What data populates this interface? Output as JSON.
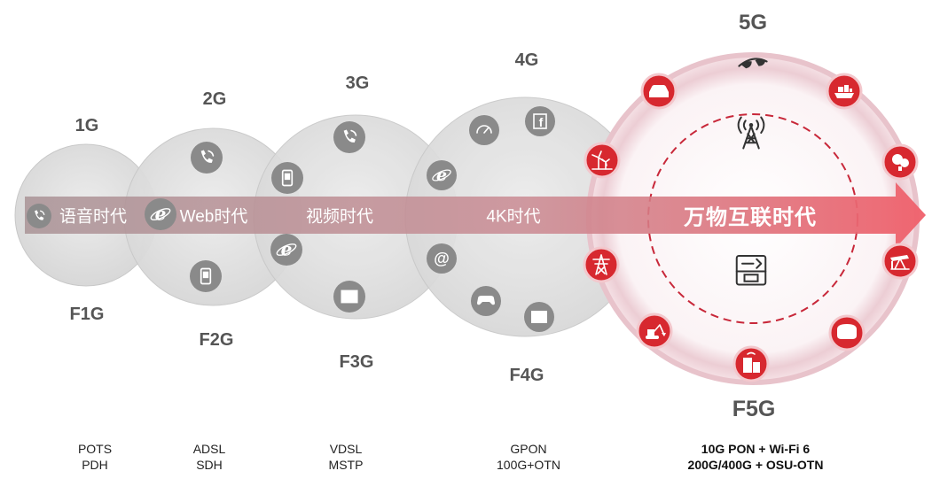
{
  "generations": [
    {
      "mobile": "1G",
      "fixed": "F1G",
      "era": "语音时代",
      "tech": [
        "POTS",
        "PDH"
      ]
    },
    {
      "mobile": "2G",
      "fixed": "F2G",
      "era": "Web时代",
      "tech": [
        "ADSL",
        "SDH"
      ]
    },
    {
      "mobile": "3G",
      "fixed": "F3G",
      "era": "视频时代",
      "tech": [
        "VDSL",
        "MSTP"
      ]
    },
    {
      "mobile": "4G",
      "fixed": "F4G",
      "era": "4K时代",
      "tech": [
        "GPON",
        "100G+OTN"
      ]
    },
    {
      "mobile": "5G",
      "fixed": "F5G",
      "era": "万物互联时代",
      "tech": [
        "10G PON + Wi-Fi 6",
        "200G/400G + OSU-OTN"
      ]
    }
  ],
  "colors": {
    "accent_red": "#d7282f",
    "arrow_start": "#a8888c",
    "arrow_end": "#ef5a66",
    "circle_gray": "#dcdcdc",
    "icon_gray": "#8a8a8a"
  },
  "icons": {
    "1g": [
      "phone-icon"
    ],
    "2g": [
      "phone-icon",
      "ie-browser-icon",
      "mobile-device-icon"
    ],
    "3g": [
      "phone-icon",
      "mobile-device-icon",
      "ie-browser-icon",
      "video-play-icon"
    ],
    "4g": [
      "speedometer-icon",
      "facebook-icon",
      "ie-browser-icon",
      "at-sign-icon",
      "gamepad-icon",
      "video-play-icon"
    ],
    "5g_center": [
      "signal-tower-icon",
      "control-panel-icon"
    ],
    "5g_ring": [
      "vr-glasses-icon",
      "ship-icon",
      "robot-arm-icon",
      "oil-pump-icon",
      "vr-headset-icon",
      "smart-building-icon",
      "excavator-icon",
      "power-tower-icon",
      "wind-turbine-icon",
      "car-icon"
    ]
  }
}
